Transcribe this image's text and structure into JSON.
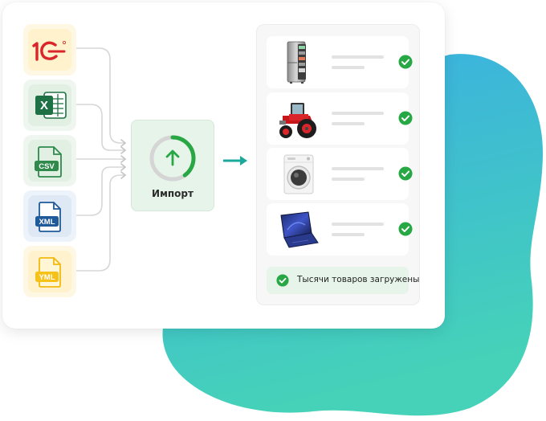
{
  "sources": [
    {
      "name": "1c",
      "label": "1С"
    },
    {
      "name": "excel",
      "label": "X"
    },
    {
      "name": "csv",
      "label": "CSV"
    },
    {
      "name": "xml",
      "label": "XML"
    },
    {
      "name": "yml",
      "label": "YML"
    }
  ],
  "import": {
    "label": "Импорт",
    "progress": 0.4
  },
  "products": [
    {
      "name": "refrigerator",
      "icon": "refrigerator-icon",
      "status": "done"
    },
    {
      "name": "tractor",
      "icon": "tractor-icon",
      "status": "done"
    },
    {
      "name": "washing-machine",
      "icon": "washing-machine-icon",
      "status": "done"
    },
    {
      "name": "laptop",
      "icon": "laptop-icon",
      "status": "done"
    }
  ],
  "status_message": "Тысячи товаров загружены",
  "colors": {
    "accent_green": "#28a745",
    "ring_track": "#d5d5d5",
    "blob_top": "#3aaee3",
    "blob_bottom": "#45d2b8",
    "arrow_teal": "#1aa99b",
    "brand_1c_red": "#d9262a"
  }
}
